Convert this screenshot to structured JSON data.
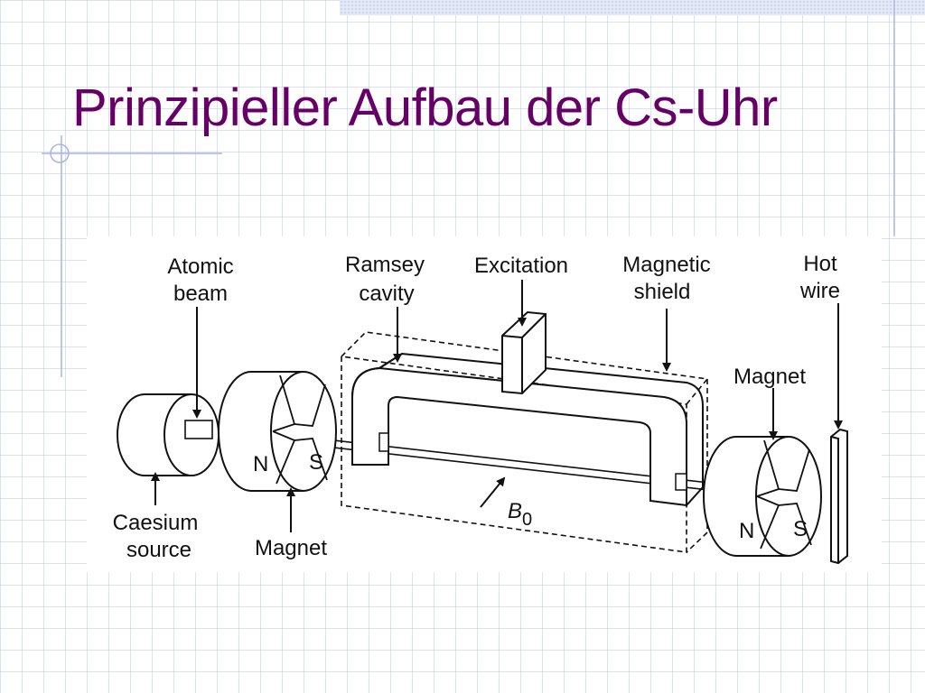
{
  "slide": {
    "title": "Prinzipieller Aufbau der Cs-Uhr"
  },
  "colors": {
    "title": "#660066",
    "grid": "#c4cbeb",
    "corner_band": "#e4e9f7"
  },
  "diagram": {
    "labels": {
      "atomic_beam_line1": "Atomic",
      "atomic_beam_line2": "beam",
      "ramsey_cavity_line1": "Ramsey",
      "ramsey_cavity_line2": "cavity",
      "excitation": "Excitation",
      "magnetic_shield_line1": "Magnetic",
      "magnetic_shield_line2": "shield",
      "hot_wire_line1": "Hot",
      "hot_wire_line2": "wire",
      "magnet_right": "Magnet",
      "magnet_left": "Magnet",
      "caesium_source_line1": "Caesium",
      "caesium_source_line2": "source",
      "field_b": "B",
      "field_b_sub": "0",
      "pole_n_left": "N",
      "pole_s_left": "S",
      "pole_n_right": "N",
      "pole_s_right": "S"
    }
  }
}
